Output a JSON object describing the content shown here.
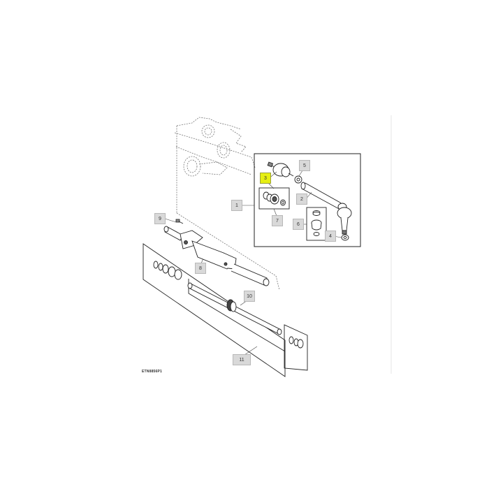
{
  "diagram": {
    "figure_id": "ETN8856P1",
    "highlighted_callout": "3",
    "highlight_color": "#e6ef12",
    "callout_color": "#d9d9d9",
    "callouts": [
      {
        "id": "1",
        "label": "1"
      },
      {
        "id": "2",
        "label": "2"
      },
      {
        "id": "3",
        "label": "3"
      },
      {
        "id": "4",
        "label": "4"
      },
      {
        "id": "5",
        "label": "5"
      },
      {
        "id": "6",
        "label": "6"
      },
      {
        "id": "7",
        "label": "7"
      },
      {
        "id": "8",
        "label": "8"
      },
      {
        "id": "9",
        "label": "9"
      },
      {
        "id": "10",
        "label": "10"
      },
      {
        "id": "11",
        "label": "11"
      }
    ]
  }
}
